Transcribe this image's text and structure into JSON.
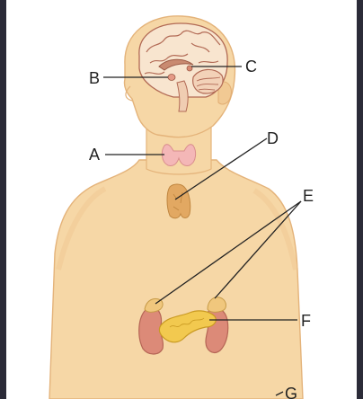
{
  "diagram": {
    "labels": {
      "a": "A",
      "b": "B",
      "c": "C",
      "d": "D",
      "e": "E",
      "f": "F",
      "g": "G"
    },
    "colors": {
      "skin": "#f6d7a6",
      "skin_shadow": "#eab97c",
      "brain": "#f8e5cf",
      "brain_fold": "#b26a55",
      "thyroid": "#f4b7b7",
      "thymus": "#e2a862",
      "adrenal": "#f0c77d",
      "kidney": "#dc8a78",
      "pancreas": "#f2c94f",
      "line": "#222222"
    }
  }
}
